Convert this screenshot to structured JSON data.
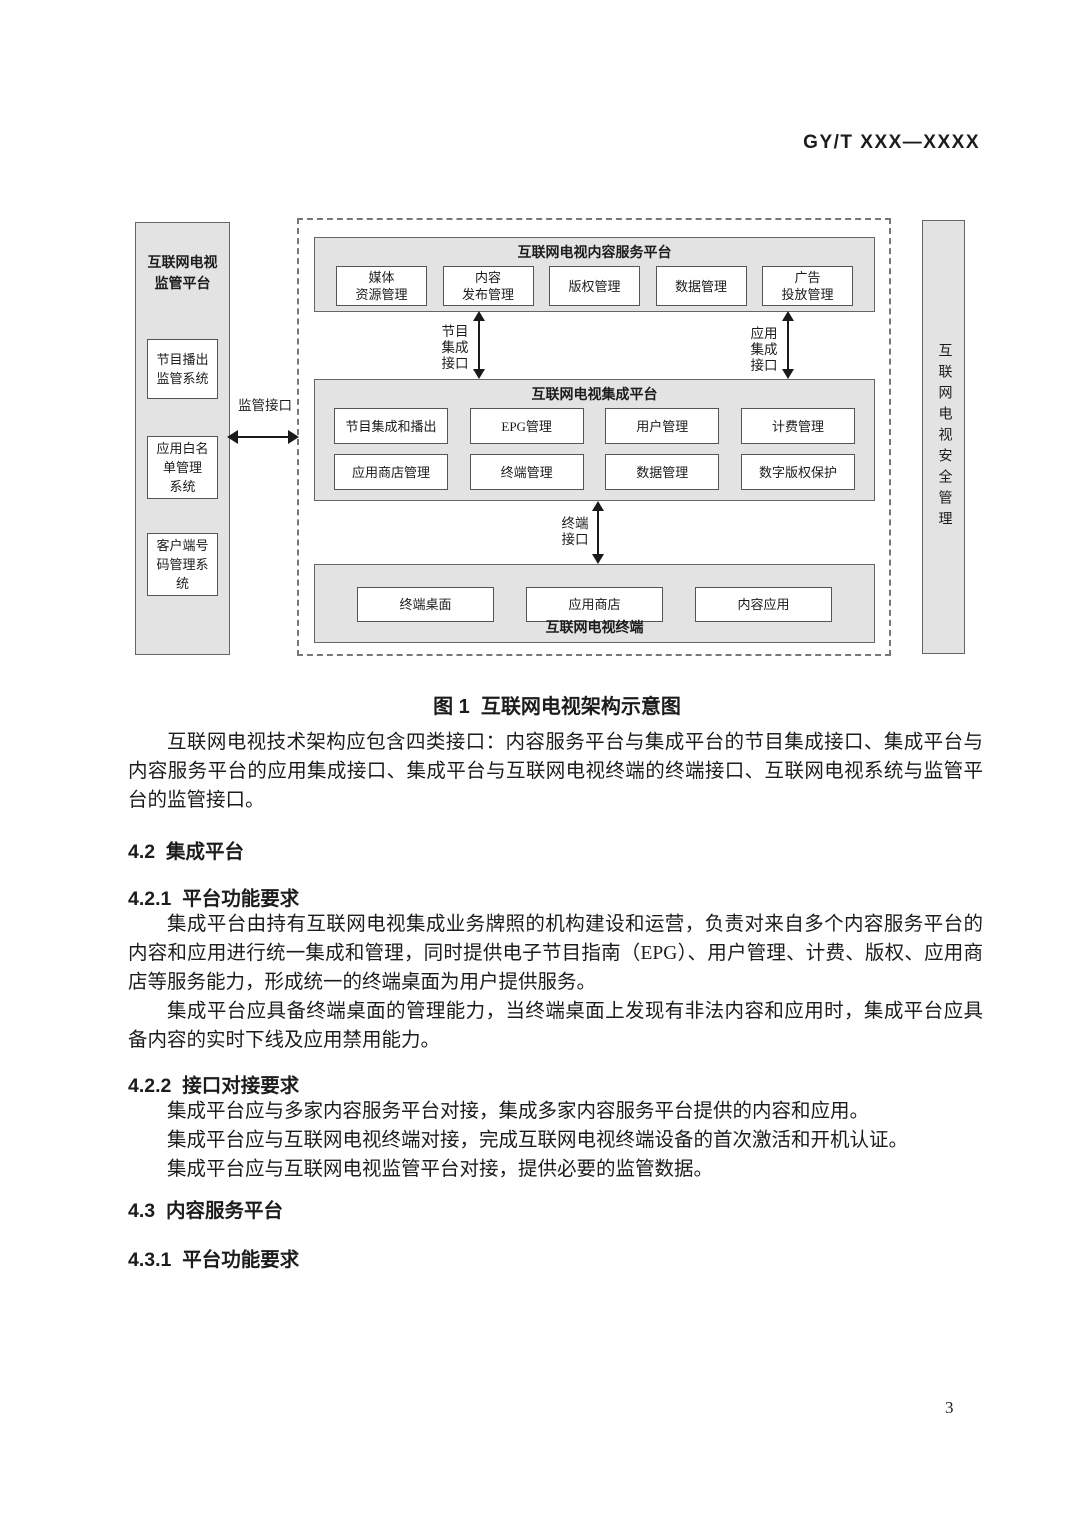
{
  "header": {
    "doc_code": "GY/T XXX—XXXX"
  },
  "figure": {
    "caption": "图 1  互联网电视架构示意图",
    "regulatory_platform": {
      "title": "互联网电视\n监管平台",
      "systems": [
        "节目播出\n监管系统",
        "应用白名\n单管理\n系统",
        "客户端号\n码管理系\n统"
      ]
    },
    "interfaces": {
      "supervision": "监管接口",
      "program_integration": "节目\n集成\n接口",
      "app_integration": "应用\n集成\n接口",
      "terminal": "终端\n接口"
    },
    "content_platform": {
      "title": "互联网电视内容服务平台",
      "modules": [
        "媒体\n资源管理",
        "内容\n发布管理",
        "版权管理",
        "数据管理",
        "广告\n投放管理"
      ]
    },
    "integration_platform": {
      "title": "互联网电视集成平台",
      "modules": [
        "节目集成和播出",
        "EPG管理",
        "用户管理",
        "计费管理",
        "应用商店管理",
        "终端管理",
        "数据管理",
        "数字版权保护"
      ]
    },
    "terminal_platform": {
      "title": "互联网电视终端",
      "modules": [
        "终端桌面",
        "应用商店",
        "内容应用"
      ]
    },
    "security": {
      "title": "互联网电视安全管理"
    },
    "colors": {
      "platform_fill": "#e3e3e3",
      "box_fill": "#ffffff",
      "line": "#1a1a1a"
    }
  },
  "body": {
    "para_intro": "互联网电视技术架构应包含四类接口：内容服务平台与集成平台的节目集成接口、集成平台与内容服务平台的应用集成接口、集成平台与互联网电视终端的终端接口、互联网电视系统与监管平台的监管接口。",
    "h_42": "4.2  集成平台",
    "h_421": "4.2.1  平台功能要求",
    "para_421_1": "集成平台由持有互联网电视集成业务牌照的机构建设和运营，负责对来自多个内容服务平台的内容和应用进行统一集成和管理，同时提供电子节目指南（EPG）、用户管理、计费、版权、应用商店等服务能力，形成统一的终端桌面为用户提供服务。",
    "para_421_2": "集成平台应具备终端桌面的管理能力，当终端桌面上发现有非法内容和应用时，集成平台应具备内容的实时下线及应用禁用能力。",
    "h_422": "4.2.2  接口对接要求",
    "para_422_1": "集成平台应与多家内容服务平台对接，集成多家内容服务平台提供的内容和应用。",
    "para_422_2": "集成平台应与互联网电视终端对接，完成互联网电视终端设备的首次激活和开机认证。",
    "para_422_3": "集成平台应与互联网电视监管平台对接，提供必要的监管数据。",
    "h_43": "4.3  内容服务平台",
    "h_431": "4.3.1  平台功能要求"
  },
  "footer": {
    "page_number": "3"
  }
}
